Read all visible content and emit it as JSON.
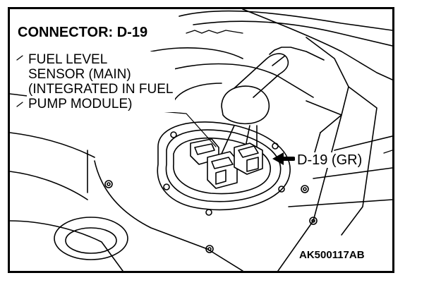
{
  "title": "CONNECTOR: D-19",
  "component_label": {
    "lines": [
      "FUEL LEVEL",
      "SENSOR (MAIN)",
      "(INTEGRATED IN FUEL",
      "PUMP MODULE)"
    ]
  },
  "connector_label": "D-19 (GR)",
  "figure_code": "AK500117AB",
  "colors": {
    "line": "#000000",
    "background": "#ffffff"
  }
}
